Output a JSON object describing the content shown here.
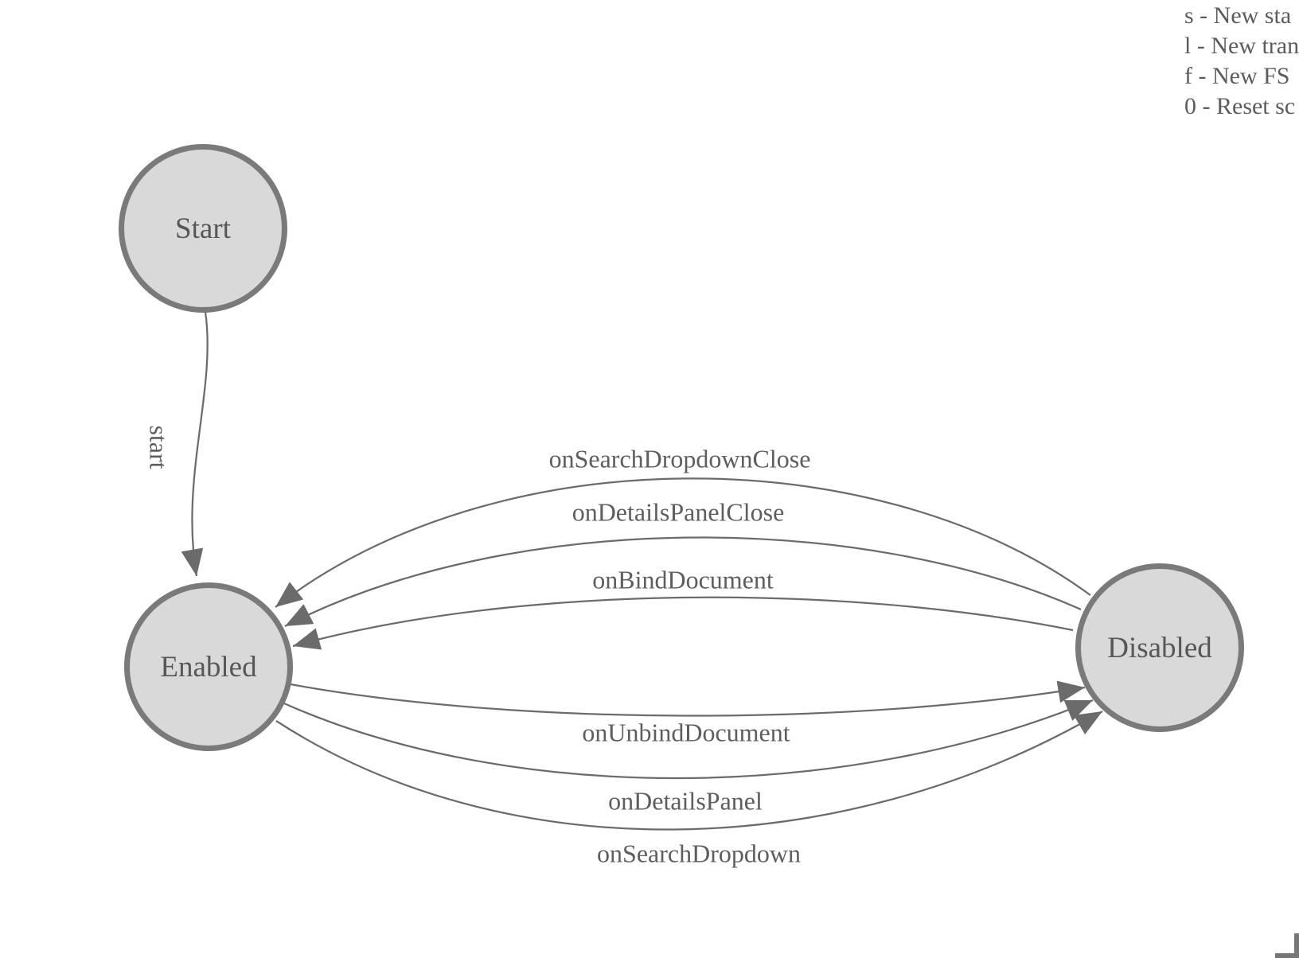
{
  "app": {
    "kind": "fsm-designer-canvas"
  },
  "legend": {
    "lines": [
      "s - New sta",
      "l - New tran",
      "f - New FS",
      "0 - Reset sc"
    ]
  },
  "nodes": [
    {
      "id": "start",
      "label": "Start"
    },
    {
      "id": "enabled",
      "label": "Enabled"
    },
    {
      "id": "disabled",
      "label": "Disabled"
    }
  ],
  "edges": [
    {
      "label": "start",
      "from": "Start",
      "to": "Enabled"
    },
    {
      "label": "onSearchDropdownClose",
      "from": "Disabled",
      "to": "Enabled"
    },
    {
      "label": "onDetailsPanelClose",
      "from": "Disabled",
      "to": "Enabled"
    },
    {
      "label": "onBindDocument",
      "from": "Disabled",
      "to": "Enabled"
    },
    {
      "label": "onUnbindDocument",
      "from": "Enabled",
      "to": "Disabled"
    },
    {
      "label": "onDetailsPanel",
      "from": "Enabled",
      "to": "Disabled"
    },
    {
      "label": "onSearchDropdown",
      "from": "Enabled",
      "to": "Disabled"
    }
  ],
  "colors": {
    "node_fill": "#d9d9d9",
    "node_stroke": "#7a7a7a",
    "edge_stroke": "#6b6b6b",
    "arrow_fill": "#6b6b6b",
    "node_text": "#575757",
    "edge_text": "#5e5e5e",
    "legend_text": "#5c5c5c",
    "background": "#ffffff"
  }
}
